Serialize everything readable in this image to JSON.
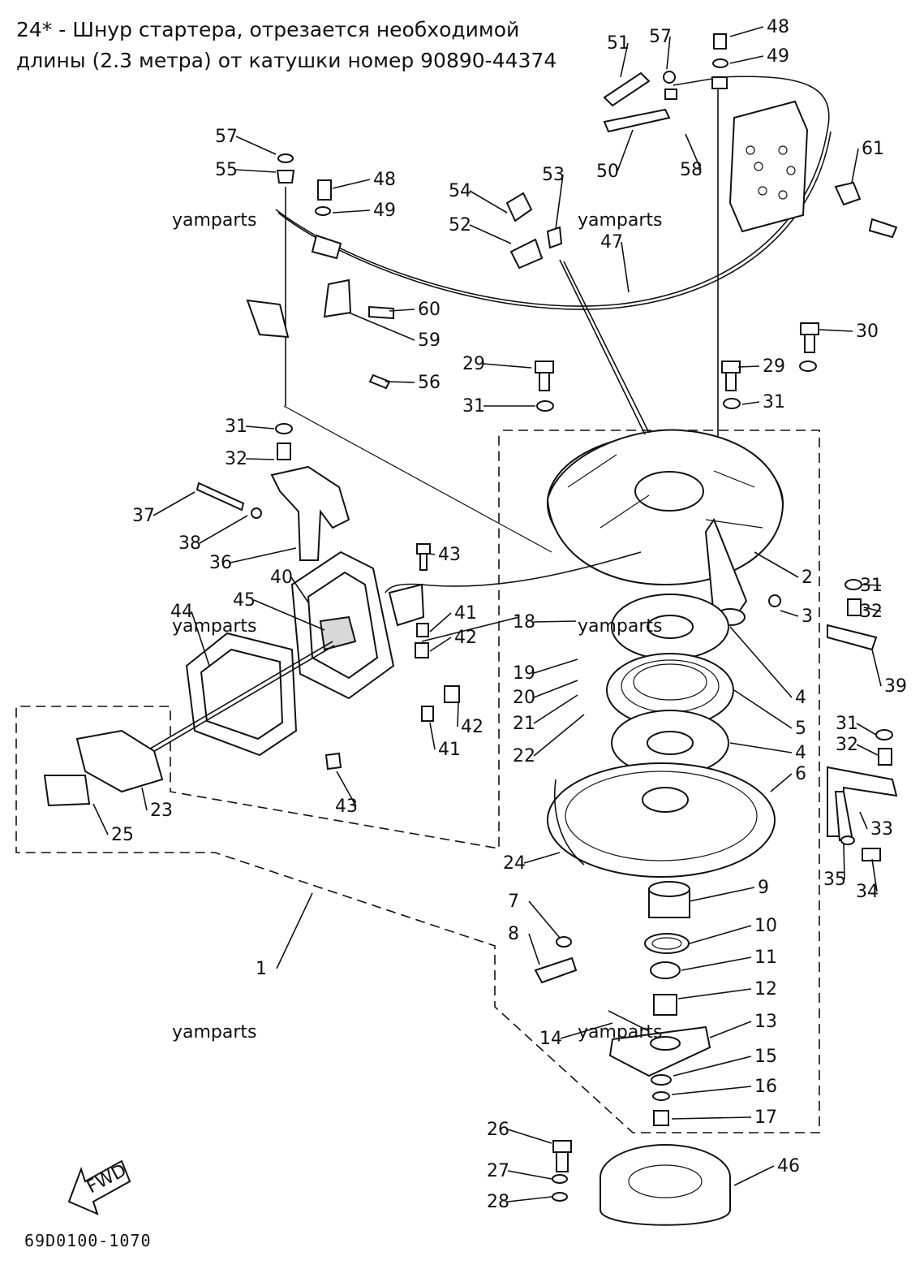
{
  "note": {
    "line1": "24* - Шнур стартера, отрезается необходимой",
    "line2": "длины (2.3 метра) от катушки номер 90890-44374"
  },
  "watermark": "yamparts",
  "diagram_code": "69D0100-1070",
  "fwd_label": "FWD",
  "callouts": [
    {
      "id": "c51",
      "text": "51"
    },
    {
      "id": "c57a",
      "text": "57"
    },
    {
      "id": "c48a",
      "text": "48"
    },
    {
      "id": "c49a",
      "text": "49"
    },
    {
      "id": "c50",
      "text": "50"
    },
    {
      "id": "c58",
      "text": "58"
    },
    {
      "id": "c61",
      "text": "61"
    },
    {
      "id": "c57b",
      "text": "57"
    },
    {
      "id": "c55",
      "text": "55"
    },
    {
      "id": "c48b",
      "text": "48"
    },
    {
      "id": "c49b",
      "text": "49"
    },
    {
      "id": "c54",
      "text": "54"
    },
    {
      "id": "c53",
      "text": "53"
    },
    {
      "id": "c52",
      "text": "52"
    },
    {
      "id": "c47",
      "text": "47"
    },
    {
      "id": "c60",
      "text": "60"
    },
    {
      "id": "c59",
      "text": "59"
    },
    {
      "id": "c56",
      "text": "56"
    },
    {
      "id": "c30",
      "text": "30"
    },
    {
      "id": "c29a",
      "text": "29"
    },
    {
      "id": "c29b",
      "text": "29"
    },
    {
      "id": "c31a",
      "text": "31"
    },
    {
      "id": "c31b",
      "text": "31"
    },
    {
      "id": "c31c",
      "text": "31"
    },
    {
      "id": "c31d",
      "text": "31"
    },
    {
      "id": "c32a",
      "text": "32"
    },
    {
      "id": "c37",
      "text": "37"
    },
    {
      "id": "c38",
      "text": "38"
    },
    {
      "id": "c36",
      "text": "36"
    },
    {
      "id": "c43a",
      "text": "43"
    },
    {
      "id": "c40",
      "text": "40"
    },
    {
      "id": "c44",
      "text": "44"
    },
    {
      "id": "c45",
      "text": "45"
    },
    {
      "id": "c41a",
      "text": "41"
    },
    {
      "id": "c42a",
      "text": "42"
    },
    {
      "id": "c2",
      "text": "2"
    },
    {
      "id": "c3",
      "text": "3"
    },
    {
      "id": "c31e",
      "text": "31"
    },
    {
      "id": "c32b",
      "text": "32"
    },
    {
      "id": "c18",
      "text": "18"
    },
    {
      "id": "c19",
      "text": "19"
    },
    {
      "id": "c20",
      "text": "20"
    },
    {
      "id": "c21",
      "text": "21"
    },
    {
      "id": "c22",
      "text": "22"
    },
    {
      "id": "c4a",
      "text": "4"
    },
    {
      "id": "c5",
      "text": "5"
    },
    {
      "id": "c4b",
      "text": "4"
    },
    {
      "id": "c39",
      "text": "39"
    },
    {
      "id": "c42b",
      "text": "42"
    },
    {
      "id": "c41b",
      "text": "41"
    },
    {
      "id": "c31f",
      "text": "31"
    },
    {
      "id": "c32c",
      "text": "32"
    },
    {
      "id": "c6",
      "text": "6"
    },
    {
      "id": "c33",
      "text": "33"
    },
    {
      "id": "c43b",
      "text": "43"
    },
    {
      "id": "c23",
      "text": "23"
    },
    {
      "id": "c25",
      "text": "25"
    },
    {
      "id": "c24",
      "text": "24"
    },
    {
      "id": "c35",
      "text": "35"
    },
    {
      "id": "c34",
      "text": "34"
    },
    {
      "id": "c9",
      "text": "9"
    },
    {
      "id": "c7",
      "text": "7"
    },
    {
      "id": "c10",
      "text": "10"
    },
    {
      "id": "c8",
      "text": "8"
    },
    {
      "id": "c11",
      "text": "11"
    },
    {
      "id": "c1",
      "text": "1"
    },
    {
      "id": "c12",
      "text": "12"
    },
    {
      "id": "c13",
      "text": "13"
    },
    {
      "id": "c14",
      "text": "14"
    },
    {
      "id": "c15",
      "text": "15"
    },
    {
      "id": "c16",
      "text": "16"
    },
    {
      "id": "c17",
      "text": "17"
    },
    {
      "id": "c26",
      "text": "26"
    },
    {
      "id": "c46",
      "text": "46"
    },
    {
      "id": "c27",
      "text": "27"
    },
    {
      "id": "c28",
      "text": "28"
    }
  ]
}
